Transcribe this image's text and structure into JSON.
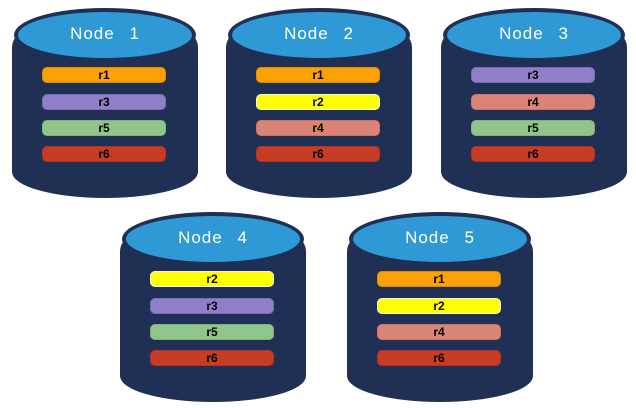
{
  "nodes": [
    {
      "label": "Node 1",
      "replicas": [
        "r1",
        "r3",
        "r5",
        "r6"
      ]
    },
    {
      "label": "Node 2",
      "replicas": [
        "r1",
        "r2",
        "r4",
        "r6"
      ]
    },
    {
      "label": "Node 3",
      "replicas": [
        "r3",
        "r4",
        "r5",
        "r6"
      ]
    },
    {
      "label": "Node 4",
      "replicas": [
        "r2",
        "r3",
        "r5",
        "r6"
      ]
    },
    {
      "label": "Node 5",
      "replicas": [
        "r1",
        "r2",
        "r4",
        "r6"
      ]
    }
  ],
  "colors": {
    "cylinder_body": "#1f3054",
    "cylinder_top": "#2f99d6",
    "node_label_text": "#ffffff",
    "replica_text": "#000000",
    "replicas": {
      "r1": {
        "fill": "#fca104",
        "border": "#dd8d00"
      },
      "r2": {
        "fill": "#ffff00",
        "border": "#f5f5e8"
      },
      "r3": {
        "fill": "#8e7fc8",
        "border": "#7c6cb8"
      },
      "r4": {
        "fill": "#da8476",
        "border": "#c97568"
      },
      "r5": {
        "fill": "#8fc48a",
        "border": "#7db378"
      },
      "r6": {
        "fill": "#c63c25",
        "border": "#b23520"
      }
    }
  }
}
